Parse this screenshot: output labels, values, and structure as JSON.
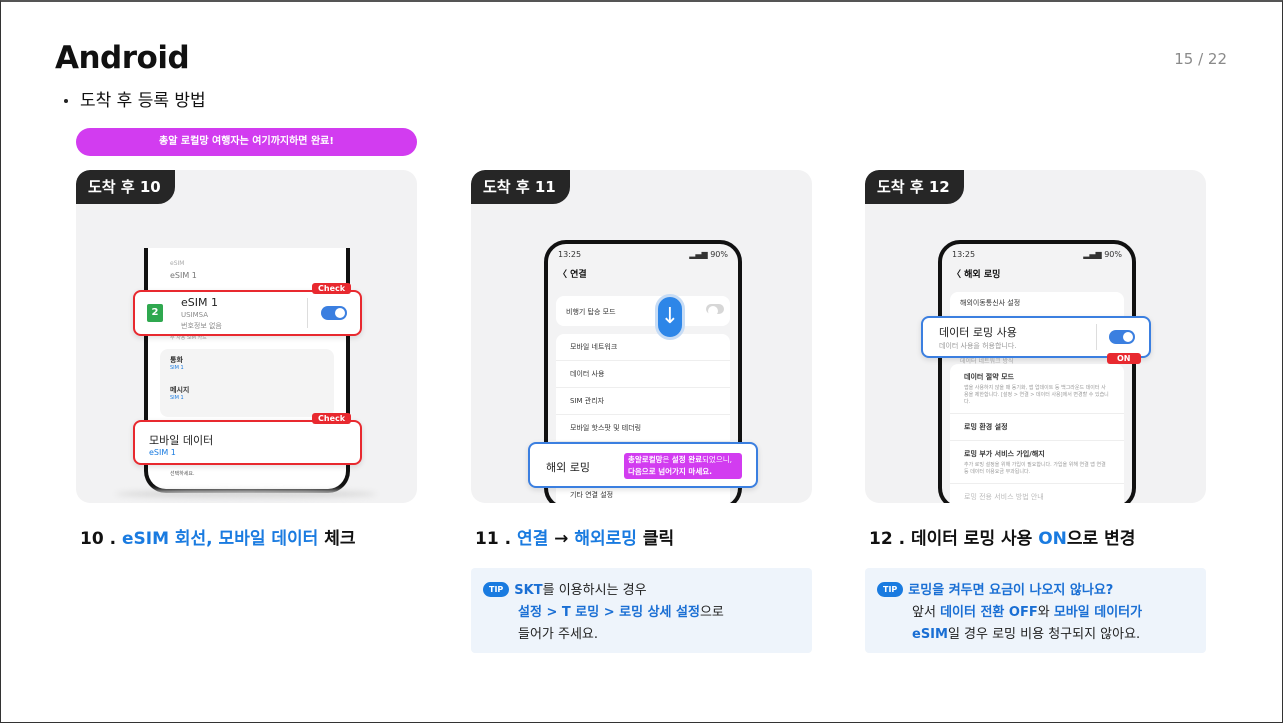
{
  "header": {
    "title": "Android",
    "page": "15 / 22",
    "subtitle": "도착 후 등록 방법"
  },
  "banner": "총알 로컬망 여행자는 여기까지하면 완료!",
  "cards": [
    {
      "tag": "도착 후 10",
      "phone": {
        "bg_rows": [
          "eSIM 1",
          "주 사용 SIM 카드",
          "통화",
          "SIM 1",
          "메시지",
          "SIM 1"
        ],
        "esim_title": "eSIM 1",
        "esim_sub1": "USIMSA",
        "esim_sub2": "번호정보 없음",
        "esim_num": "2",
        "data_title": "모바일 데이터",
        "data_sub": "eSIM 1",
        "foot": "선택하세요.",
        "chip": "Check"
      },
      "caption": {
        "num": "10 .",
        "blue": "eSIM 회선, 모바일 데이터",
        "rest": "체크"
      }
    },
    {
      "tag": "도착 후 11",
      "phone": {
        "time": "13:25",
        "signal": "90%",
        "back": "〈  연결",
        "airplane": "비행기 탑승 모드",
        "rows": [
          "모바일 네트워크",
          "데이터 사용",
          "SIM 관리자",
          "모바일 핫스팟 및 테더링"
        ],
        "bottom": "기타 연결 설정",
        "roaming": "해외 로밍",
        "note_a": "총알로컬망",
        "note_b": "은 ",
        "note_c": "설정 완료",
        "note_d": "되었으니,",
        "note_e": "다음으로 넘어가지 마세요."
      },
      "caption": {
        "num": "11 .",
        "blue1": "연결",
        "arrow": "→",
        "blue2": "해외로밍",
        "rest": "클릭"
      },
      "tip": {
        "badge": "TIP",
        "l1_bold": "SKT",
        "l1_rest": "를 이용하시는 경우",
        "l2_bold": "설정 > T 로밍 >  로밍 상세 설정",
        "l2_rest": "으로",
        "l3": "들어가 주세요."
      }
    },
    {
      "tag": "도착 후 12",
      "phone": {
        "time": "13:25",
        "signal": "90%",
        "back": "〈  해외 로밍",
        "row0": "해외이동통신사 설정",
        "callout_title": "데이터 로밍 사용",
        "callout_sub": "데이터 사용을 허용합니다.",
        "row_hidden": "데이터 네트워크 방식",
        "row1": "데이터 절약 모드",
        "row1_sub": "앱을 사용하지 않을 때 동기화, 앱 업데이트 등 백그라운드 데이터 사용을 제한합니다. [설정 > 연결 > 데이터 사용]에서 변경할 수 있습니다.",
        "row2": "로밍 환경 설정",
        "row3": "로밍 부가 서비스 가입/해지",
        "row3_sub": "추가 로밍 설정을 위해 가입이 필요합니다. 가입을 위해 연결 앱 연결 등 데이터 이용요금 부과됩니다.",
        "row4": "로밍 전용 서비스 방법 안내",
        "chip": "ON"
      },
      "caption": {
        "num": "12 .",
        "text1": "데이터 로밍 사용",
        "blue": "ON",
        "rest": "으로 변경"
      },
      "tip": {
        "badge": "TIP",
        "l1": "로밍을 켜두면 요금이 나오지 않나요?",
        "l2_a": "앞서 ",
        "l2_b": "데이터 전환 OFF",
        "l2_c": "와 ",
        "l2_d": "모바일 데이터가",
        "l3_a": "eSIM",
        "l3_b": "일 경우 로밍 비용 청구되지 않아요."
      }
    }
  ],
  "colors": {
    "accent_blue": "#1a7be0",
    "banner_magenta": "#d23cf0",
    "check_red": "#e8292f",
    "tag_dark": "#262626"
  }
}
